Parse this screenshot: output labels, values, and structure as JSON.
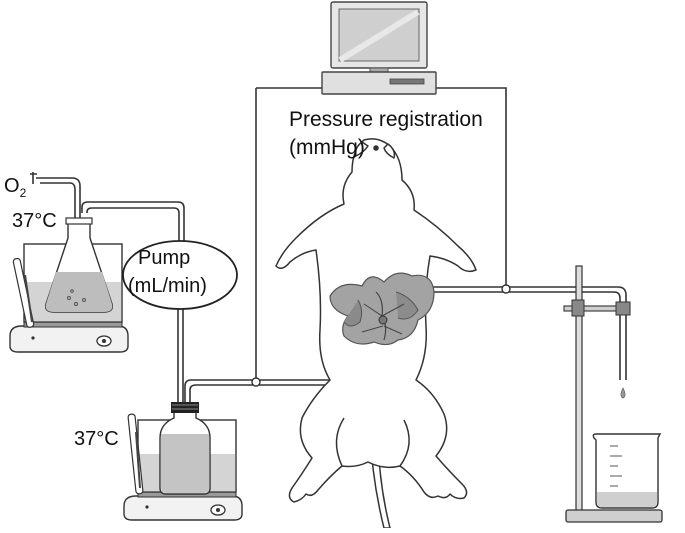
{
  "labels": {
    "pressure_title": "Pressure registration",
    "pressure_unit": "(mmHg)",
    "oxygen_main": "O",
    "oxygen_sub": "2",
    "temperature_top": "37°C",
    "temperature_bottom": "37°C",
    "pump_title": "Pump",
    "pump_unit": "(mL/min)"
  },
  "icons": [
    "computer-monitor-icon",
    "oxygenation-flask-icon",
    "hotplate-stirrer-icon",
    "thermometer-icon",
    "reservoir-bottle-icon",
    "rat-icon",
    "liver-icon",
    "retort-stand-icon",
    "beaker-icon"
  ],
  "colors": {
    "line": "#333333",
    "fluid": "#c9c9c9",
    "liver": "#9a9a9a",
    "liver_dark": "#6e6e6e"
  }
}
